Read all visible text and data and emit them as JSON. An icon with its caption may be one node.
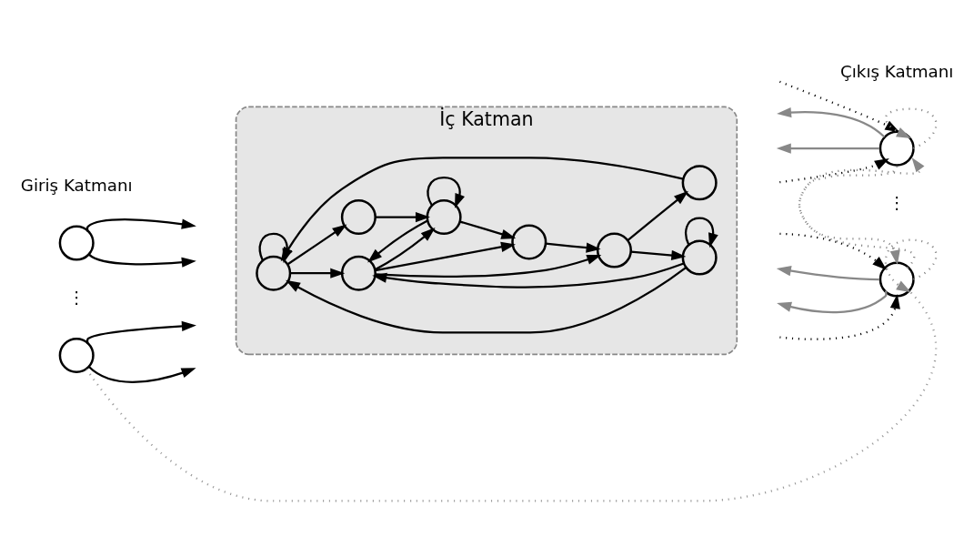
{
  "diagram": {
    "nodes": [
      {
        "text": [
          "İç Katman"
        ]
      },
      {
        "text": [],
        "shape": "circle"
      },
      {
        "text": [],
        "shape": "circle"
      },
      {
        "text": [],
        "shape": "circle",
        "in": 0
      },
      {
        "text": [],
        "shape": "circle",
        "in": 0
      },
      {
        "text": [],
        "shape": "circle",
        "in": 0
      },
      {
        "text": [],
        "shape": "circle",
        "in": 0
      },
      {
        "text": [],
        "shape": "circle",
        "in": 0
      },
      {
        "text": [],
        "shape": "circle",
        "in": 0
      },
      {
        "text": [],
        "shape": "circle",
        "in": 0
      },
      {
        "text": [],
        "shape": "circle",
        "in": 0
      },
      {
        "text": [],
        "shape": "circle"
      },
      {
        "text": [],
        "shape": "circle"
      }
    ],
    "edges": [
      {
        "from": 1,
        "to": null,
        "arrow": "to"
      },
      {
        "from": 1,
        "to": null,
        "arrow": "to"
      },
      {
        "from": 2,
        "to": null,
        "arrow": "to"
      },
      {
        "from": 2,
        "to": null,
        "arrow": "to"
      },
      {
        "from": 3,
        "to": 3,
        "arrow": "to"
      },
      {
        "from": 4,
        "to": 3,
        "arrow": "to"
      },
      {
        "from": 5,
        "to": 3,
        "arrow": "to"
      },
      {
        "from": 5,
        "to": 5,
        "arrow": "to"
      },
      {
        "from": 3,
        "to": 7,
        "arrow": "to"
      },
      {
        "from": 3,
        "to": 6,
        "arrow": "to"
      },
      {
        "from": 5,
        "to": 6,
        "arrow": "to"
      },
      {
        "from": 8,
        "to": 4,
        "arrow": "to"
      },
      {
        "from": 8,
        "to": 5,
        "arrow": "to"
      },
      {
        "from": 6,
        "to": 8,
        "arrow": "to"
      },
      {
        "from": 6,
        "to": 9,
        "arrow": "to"
      },
      {
        "from": 9,
        "to": 6,
        "arrow": "to"
      },
      {
        "from": 6,
        "to": 10,
        "arrow": "to"
      },
      {
        "from": 7,
        "to": 9,
        "arrow": "to"
      },
      {
        "from": 9,
        "to": 10,
        "arrow": "to"
      },
      {
        "from": 9,
        "to": 9,
        "arrow": "to"
      },
      {
        "from": 10,
        "to": 8,
        "arrow": "to"
      },
      {
        "from": 2,
        "to": 12,
        "arrow": "none",
        "style": "dashed",
        "color": "#999999"
      },
      {
        "from": null,
        "to": 11,
        "arrow": "to",
        "style": "dashed"
      },
      {
        "from": 11,
        "to": null,
        "arrow": "to",
        "color": "#888888"
      },
      {
        "from": null,
        "to": 11,
        "arrow": "to",
        "style": "dashed"
      },
      {
        "from": 11,
        "to": null,
        "arrow": "to",
        "color": "#888888"
      },
      {
        "from": null,
        "to": 12,
        "arrow": "to",
        "style": "dashed"
      },
      {
        "from": 12,
        "to": null,
        "arrow": "to",
        "color": "#888888"
      },
      {
        "from": null,
        "to": 12,
        "arrow": "to",
        "style": "dashed"
      },
      {
        "from": 12,
        "to": null,
        "arrow": "to",
        "color": "#888888"
      },
      {
        "from": 11,
        "to": 11,
        "arrow": "to",
        "style": "dashed",
        "color": "#888888"
      },
      {
        "from": 11,
        "to": 12,
        "arrow": "to",
        "style": "dashed",
        "color": "#888888"
      },
      {
        "from": 12,
        "to": 11,
        "arrow": "to",
        "style": "dashed",
        "color": "#888888"
      },
      {
        "from": 12,
        "to": 12,
        "arrow": "to",
        "style": "dashed",
        "color": "#888888"
      }
    ],
    "labels": [
      "Giriş Katmanı",
      "⋮",
      "Çıkış Katmanı",
      "⋮"
    ]
  }
}
